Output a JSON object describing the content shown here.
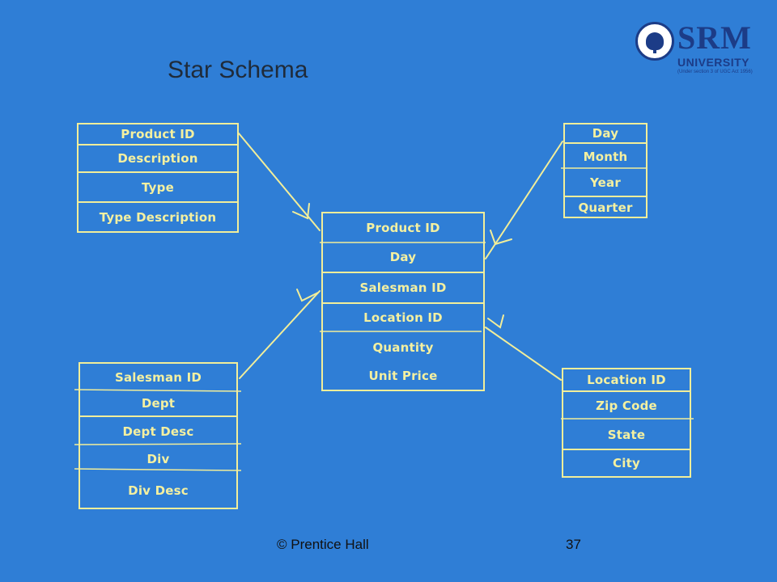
{
  "title": "Star Schema",
  "logo": {
    "name": "SRM",
    "subtitle": "UNIVERSITY",
    "tagline": "(Under section 3 of UGC Act 1956)"
  },
  "tables": {
    "product": {
      "fields": [
        "Product ID",
        "Description",
        "Type",
        "Type Description"
      ]
    },
    "time": {
      "fields": [
        "Day",
        "Month",
        "Year",
        "Quarter"
      ]
    },
    "fact": {
      "fields": [
        "Product ID",
        "Day",
        "Salesman ID",
        "Location ID",
        "Quantity",
        "Unit Price"
      ]
    },
    "salesman": {
      "fields": [
        "Salesman ID",
        "Dept",
        "Dept Desc",
        "Div",
        "Div Desc"
      ]
    },
    "location": {
      "fields": [
        "Location ID",
        "Zip Code",
        "State",
        "City"
      ]
    }
  },
  "footer": {
    "copyright": "© Prentice Hall",
    "page_number": "37"
  },
  "colors": {
    "background": "#2f7ed6",
    "line": "#f2ee9a",
    "text": "#f4f0a0",
    "logo": "#1c3c87"
  }
}
